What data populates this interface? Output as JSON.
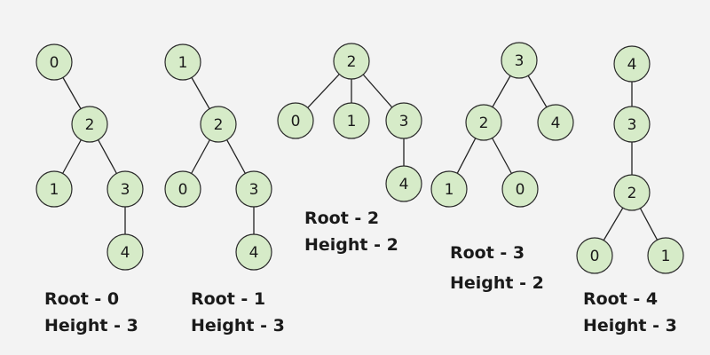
{
  "colors": {
    "background": "#f3f3f3",
    "node_fill": "#d6ebc8",
    "node_stroke": "#2a2a2a",
    "edge": "#222222",
    "text": "#1a1a1a"
  },
  "trees": [
    {
      "root": "0",
      "nodes": [
        "0",
        "2",
        "1",
        "3",
        "4"
      ],
      "edges": [
        [
          "0",
          "2"
        ],
        [
          "2",
          "1"
        ],
        [
          "2",
          "3"
        ],
        [
          "3",
          "4"
        ]
      ],
      "caption": {
        "root_line": "Root - 0",
        "height_line": "Height - 3"
      }
    },
    {
      "root": "1",
      "nodes": [
        "1",
        "2",
        "0",
        "3",
        "4"
      ],
      "edges": [
        [
          "1",
          "2"
        ],
        [
          "2",
          "0"
        ],
        [
          "2",
          "3"
        ],
        [
          "3",
          "4"
        ]
      ],
      "caption": {
        "root_line": "Root - 1",
        "height_line": "Height - 3"
      }
    },
    {
      "root": "2",
      "nodes": [
        "2",
        "0",
        "1",
        "3",
        "4"
      ],
      "edges": [
        [
          "2",
          "0"
        ],
        [
          "2",
          "1"
        ],
        [
          "2",
          "3"
        ],
        [
          "3",
          "4"
        ]
      ],
      "caption": {
        "root_line": "Root - 2",
        "height_line": "Height - 2"
      }
    },
    {
      "root": "3",
      "nodes": [
        "3",
        "2",
        "4",
        "1",
        "0"
      ],
      "edges": [
        [
          "3",
          "2"
        ],
        [
          "3",
          "4"
        ],
        [
          "2",
          "1"
        ],
        [
          "2",
          "0"
        ]
      ],
      "caption": {
        "root_line": "Root - 3",
        "height_line": "Height - 2"
      }
    },
    {
      "root": "4",
      "nodes": [
        "4",
        "3",
        "2",
        "0",
        "1"
      ],
      "edges": [
        [
          "4",
          "3"
        ],
        [
          "3",
          "2"
        ],
        [
          "2",
          "0"
        ],
        [
          "2",
          "1"
        ]
      ],
      "caption": {
        "root_line": "Root - 4",
        "height_line": "Height - 3"
      }
    }
  ]
}
